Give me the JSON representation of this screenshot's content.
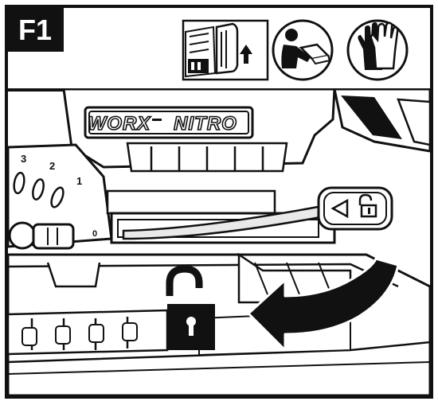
{
  "step_label": "F1",
  "brand": {
    "name": "WORX",
    "model": "NITRO"
  },
  "scale_numbers": [
    "3",
    "2",
    "1",
    "0"
  ],
  "icons": {
    "battery_hint": "battery-insert-icon",
    "manual": "read-manual-icon",
    "gloves": "wear-gloves-icon",
    "unlock": "padlock-open-icon",
    "lever_unlock": "padlock-open-small-icon",
    "lever_arrow": "triangle-left-icon",
    "rotate": "curved-arrow-icon"
  },
  "colors": {
    "ink": "#111111",
    "paper": "#ffffff",
    "fill": "#e9e9e9"
  }
}
